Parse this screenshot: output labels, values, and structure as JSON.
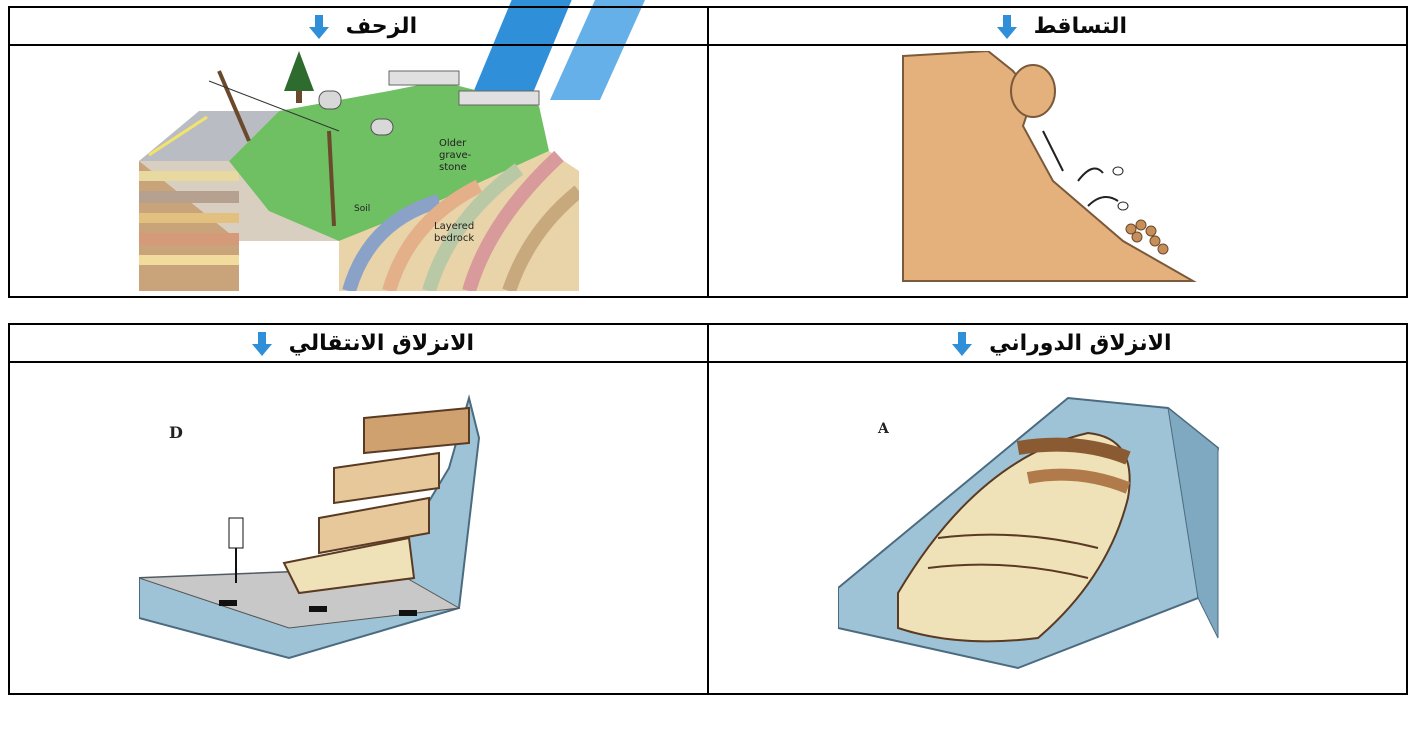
{
  "row1": {
    "left_header": "الزحف",
    "right_header": "التساقط",
    "creep_labels": [
      "Older",
      "grave-",
      "stone",
      "Soil",
      "Layered",
      "bedrock"
    ]
  },
  "row2": {
    "left_header": "الانزلاق الانتقالي",
    "right_header": "الانزلاق الدوراني",
    "translational_letter": "D",
    "rotational_letter": "A"
  },
  "icons": {
    "header_arrow": "arrow-down-icon"
  },
  "colors": {
    "accent": "#2f8fd8",
    "slope_blue": "#9fc3d6",
    "grass": "#6fbf63",
    "sand": "#e4b07c"
  }
}
